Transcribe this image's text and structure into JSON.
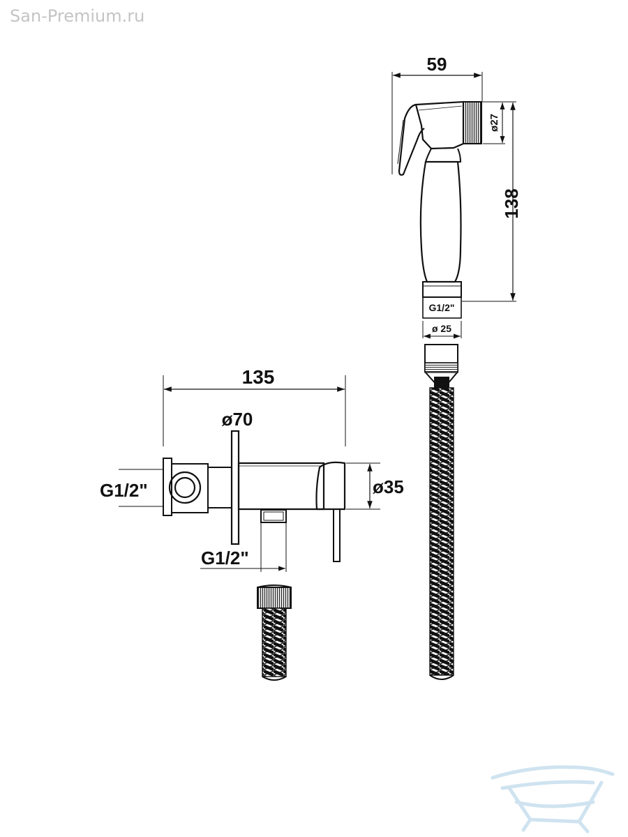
{
  "watermark": {
    "text": "San-Premium.ru"
  },
  "sprayer": {
    "width_label": "59",
    "nozzle_diameter_label": "ø27",
    "length_label": "138",
    "thread_label": "G1/2\"",
    "base_diameter_label": "ø 25"
  },
  "mixer": {
    "length_label": "135",
    "flange_diameter_label": "ø70",
    "body_diameter_label": "ø35",
    "inlet_thread_label": "G1/2\"",
    "outlet_thread_label": "G1/2\""
  },
  "colors": {
    "line": "#111111",
    "watermark": "#c4c4c4",
    "logo": "#cfe3f0"
  },
  "icons": {
    "logo": "bathtub-wave-logo"
  }
}
